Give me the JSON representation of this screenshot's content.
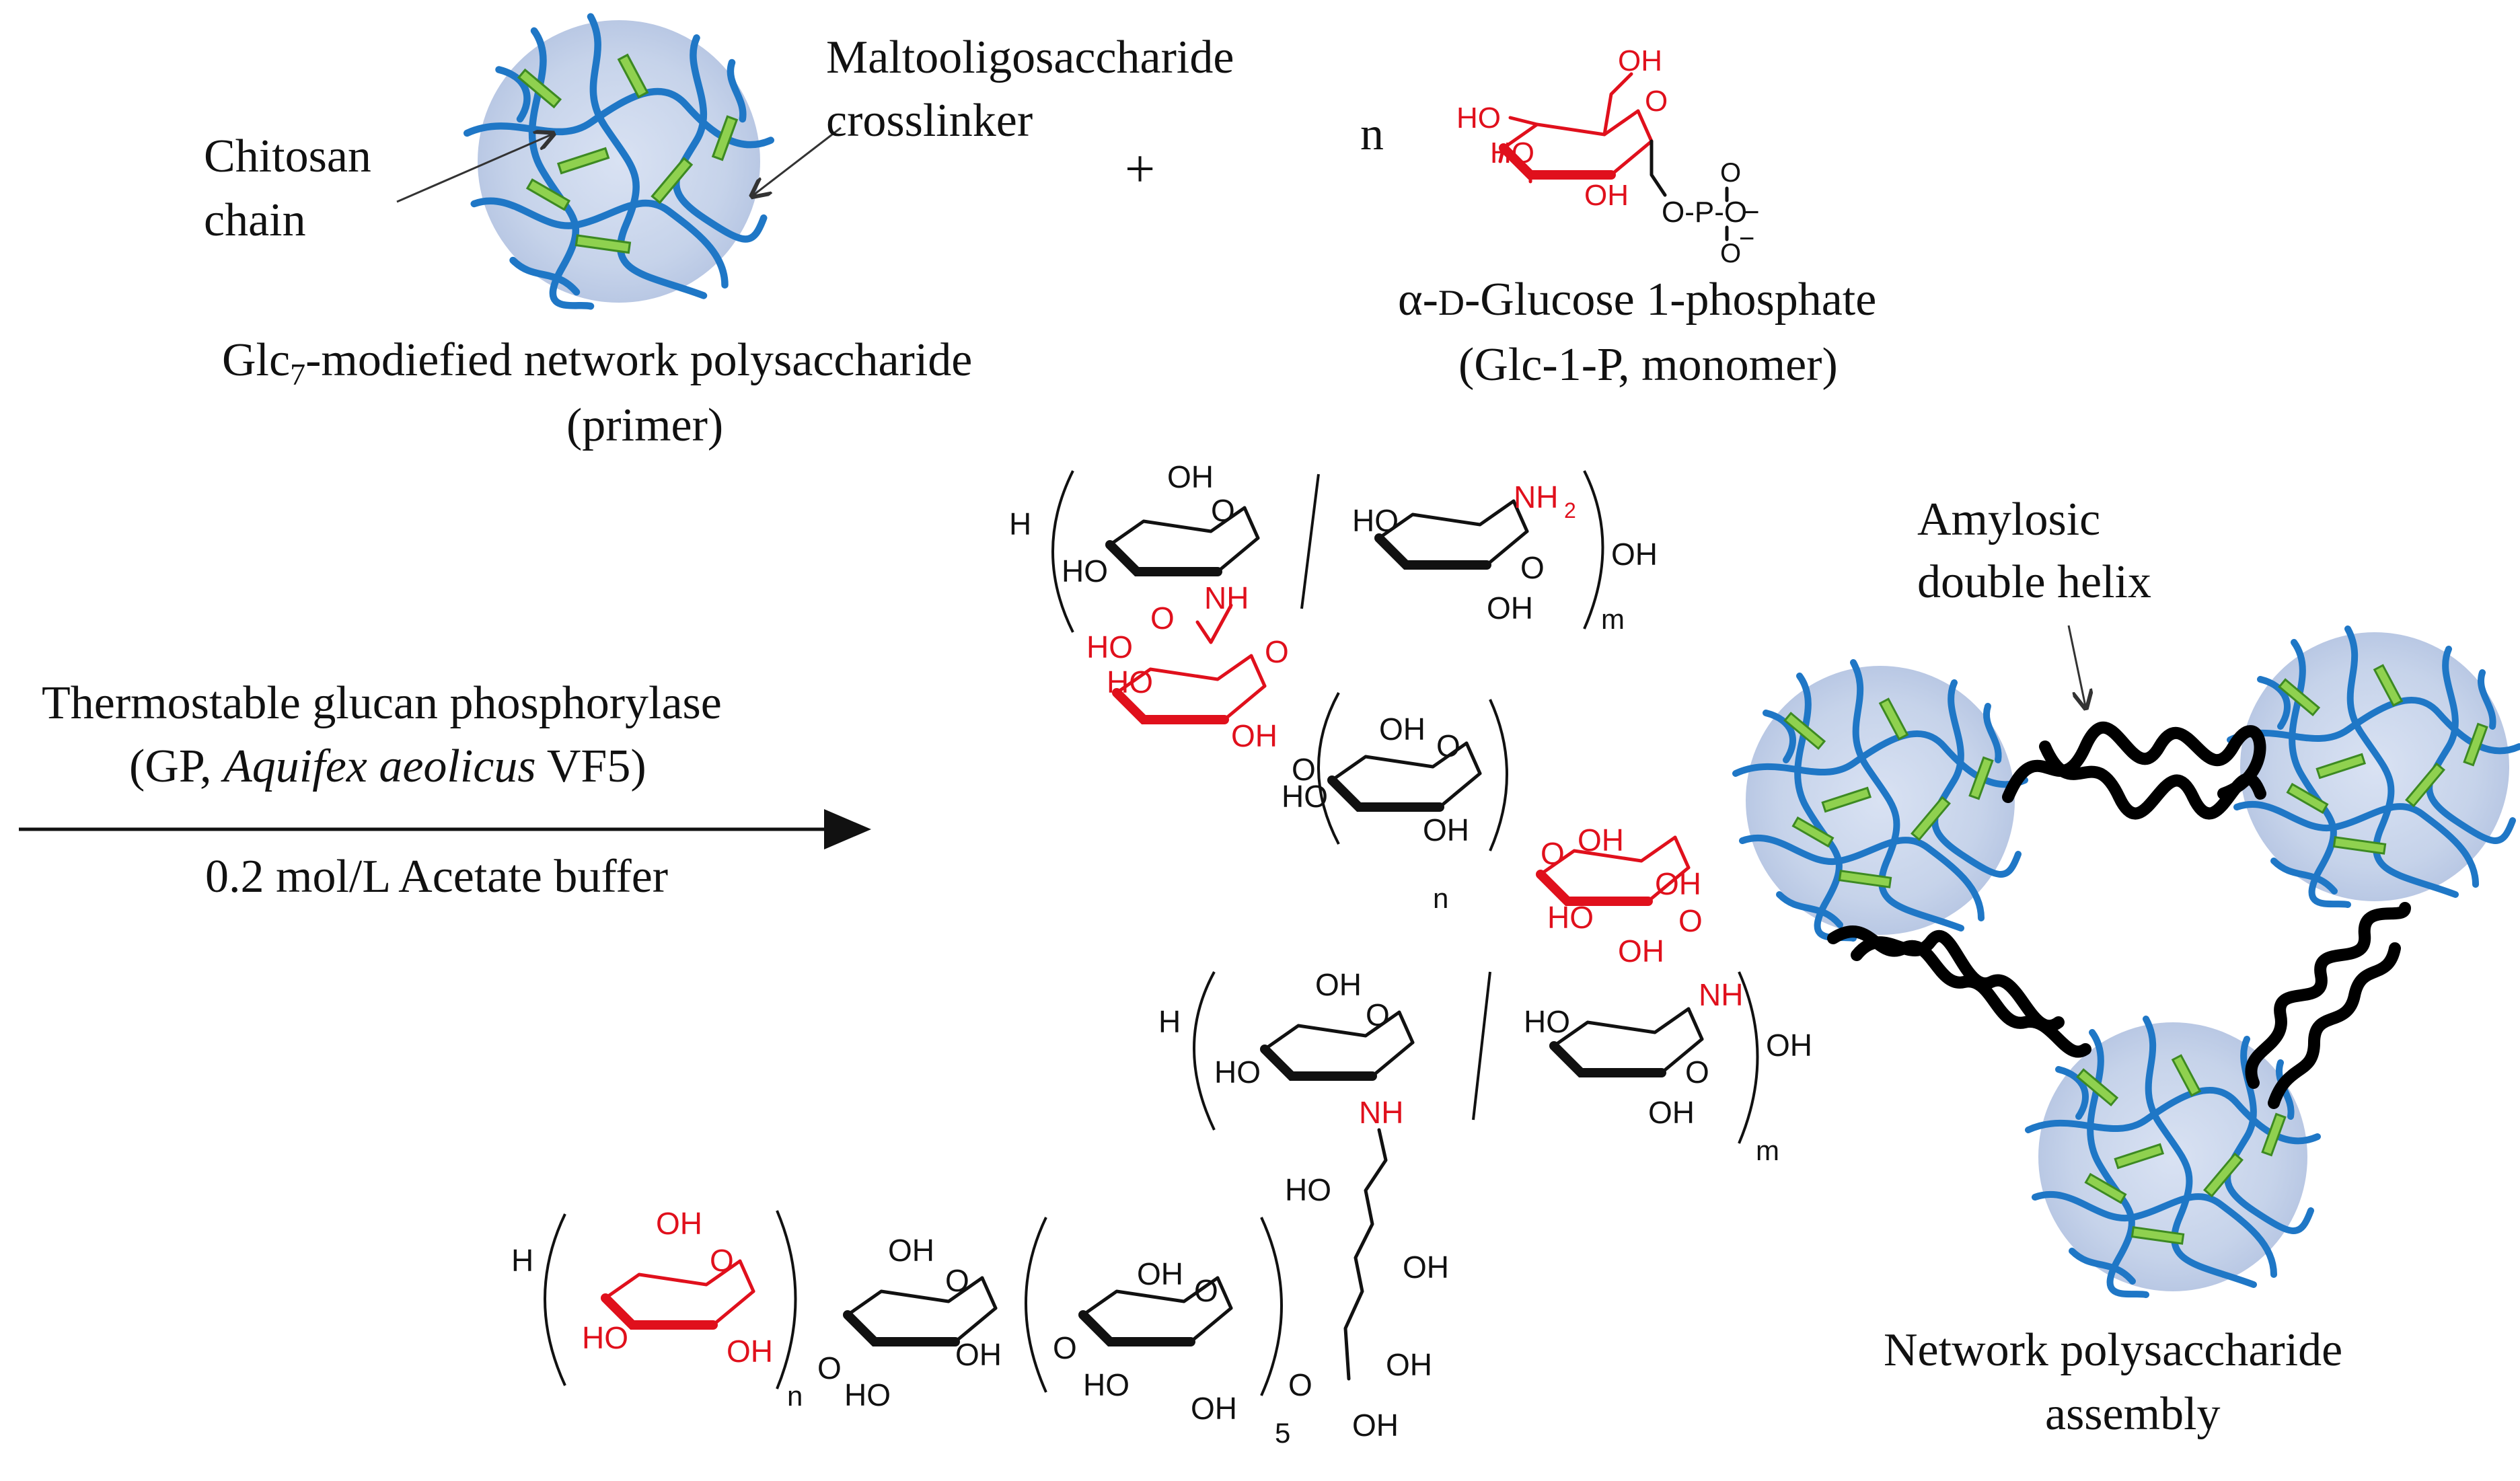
{
  "primer": {
    "title_prefix": "Glc",
    "title_sub": "7",
    "title_suffix": "-modiefied network polysaccharide",
    "role": "(primer)",
    "chitosan_label": [
      "Chitosan",
      "chain"
    ],
    "crosslinker_label": [
      "Maltooligosaccharide",
      "crosslinker"
    ]
  },
  "plus": "+",
  "monomer": {
    "coefficient": "n",
    "name_prefix": "α-",
    "name_d": "D",
    "name_suffix": "-Glucose 1-phosphate",
    "abbrev": "(Glc-1-P, monomer)",
    "atoms": {
      "oh6": "OH",
      "oh4": "HO",
      "oh3": "HO",
      "oh2": "OH",
      "o_ring": "O",
      "phosphate": "O-P-O",
      "o_top": "O",
      "o_bottom": "O",
      "minus": "−"
    }
  },
  "reaction": {
    "enzyme": "Thermostable glucan phosphorylase",
    "source_prefix": "(GP, ",
    "source_italic": "Aquifex aeolicus",
    "source_suffix": " VF5)",
    "buffer": "0.2 mol/L Acetate buffer"
  },
  "product": {
    "atom_labels": {
      "H": "H",
      "HO": "HO",
      "OH": "OH",
      "O": "O",
      "NH": "NH",
      "NH2": "NH",
      "sub2": "2",
      "m": "m",
      "n": "n",
      "five": "5"
    }
  },
  "assembly": {
    "helix_label": [
      "Amylosic",
      "double helix"
    ],
    "title": [
      "Network polysaccharide",
      "assembly"
    ]
  },
  "colors": {
    "chitosan": "#1f77c6",
    "crosslinker": "#8fd14f",
    "sphere": "#c9d6ec",
    "helix": "#000000",
    "highlight": "#e0101c",
    "text": "#111111"
  }
}
